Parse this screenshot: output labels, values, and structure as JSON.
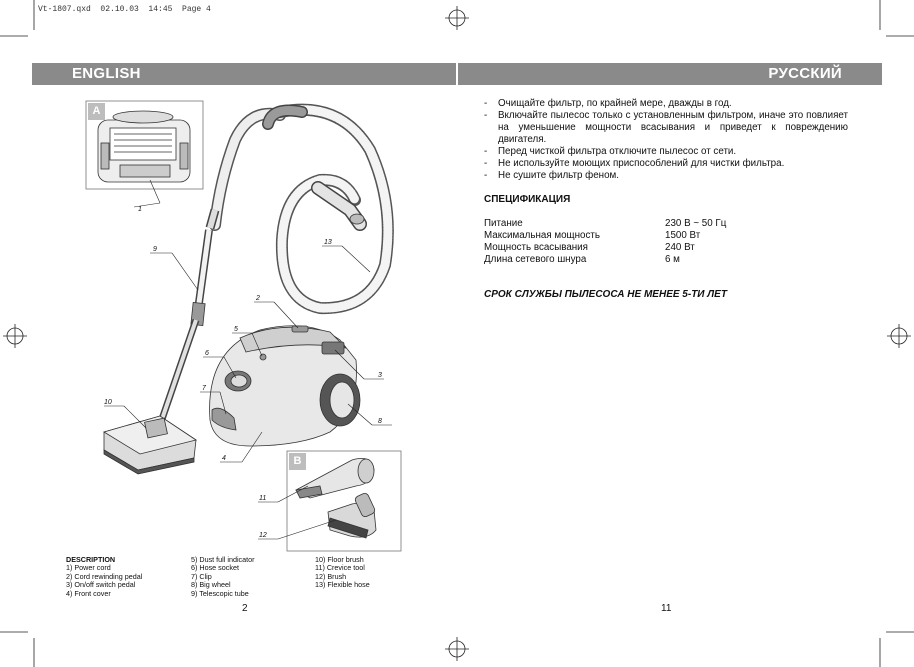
{
  "slug": "Vt-1807.qxd  02.10.03  14:45  Page 4",
  "header": {
    "left": "ENGLISH",
    "right": "РУССКИЙ"
  },
  "ru": {
    "bullets": [
      "Очищайте фильтр, по крайней мере, дважды в год.",
      "Включайте пылесос только с установленным фильтром, иначе это повлияет на уменьшение мощности всасывания и приведет к повреждению двигателя.",
      "Перед чисткой фильтра  отключите пылесос от сети.",
      "Не используйте моющих приспособлений для чистки фильтра.",
      "Не сушите фильтр феном."
    ],
    "spec_title": "СПЕЦИФИКАЦИЯ",
    "spec": [
      {
        "k": "Питание",
        "v": "230 В ~ 50 Гц"
      },
      {
        "k": "Максимальная мощность",
        "v": "1500 Вт"
      },
      {
        "k": "Мощность всасывания",
        "v": "240 Вт"
      },
      {
        "k": "Длина сетевого шнура",
        "v": "6 м"
      }
    ],
    "lifetime": "СРОК СЛУЖБЫ ПЫЛЕСОСА НЕ МЕНЕЕ 5-ТИ ЛЕТ"
  },
  "figure": {
    "box_a": "A",
    "box_b": "B",
    "callouts": [
      "1",
      "2",
      "3",
      "4",
      "5",
      "6",
      "7",
      "8",
      "9",
      "10",
      "11",
      "12",
      "13"
    ]
  },
  "description": {
    "title": "DESCRIPTION",
    "col1": [
      "1) Power cord",
      "2) Cord rewinding pedal",
      "3) On/off switch pedal",
      "4) Front cover"
    ],
    "col2": [
      "5) Dust full indicator",
      "6) Hose socket",
      "7) Clip",
      "8) Big wheel",
      "9) Telescopic tube"
    ],
    "col3": [
      "10) Floor brush",
      "11) Crevice tool",
      "12) Brush",
      "13) Flexible hose"
    ]
  },
  "pages": {
    "left": "2",
    "right": "11"
  }
}
